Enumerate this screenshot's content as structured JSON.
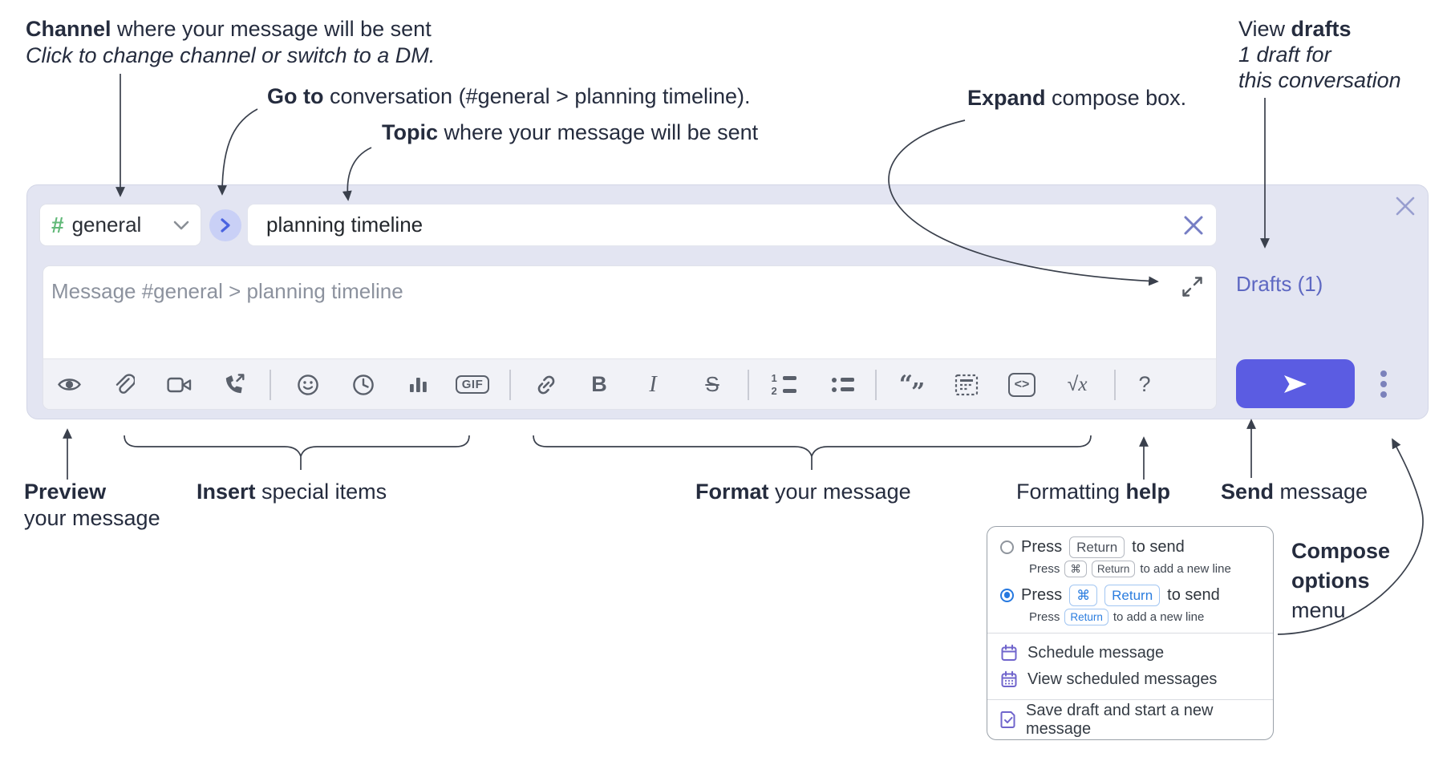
{
  "annotations": {
    "channel": {
      "bold": "Channel",
      "rest": " where your message will be sent",
      "line2": "Click to change channel or switch to a DM."
    },
    "goto": {
      "bold": "Go to",
      "rest": " conversation (#general > planning timeline)."
    },
    "topic": {
      "bold": "Topic",
      "rest": " where your message will be sent"
    },
    "expand": {
      "bold": "Expand",
      "rest": " compose box."
    },
    "view_drafts": {
      "line1_pre": "View ",
      "line1_bold": "drafts",
      "line2": "1 draft for",
      "line3": "this conversation"
    },
    "preview": {
      "bold": "Preview",
      "line2": "your message"
    },
    "insert": {
      "bold": "Insert",
      "rest": " special items"
    },
    "format": {
      "bold": "Format",
      "rest": " your message"
    },
    "formatting_help": {
      "pre": "Formatting ",
      "bold": "help"
    },
    "send": {
      "bold": "Send",
      "rest": " message"
    },
    "compose_options": {
      "line1": "Compose",
      "line2": "options",
      "line3": "menu"
    }
  },
  "compose": {
    "channel_selector": {
      "hash": "#",
      "name": "general"
    },
    "topic_input": {
      "value": "planning timeline"
    },
    "message_input": {
      "placeholder": "Message #general > planning timeline"
    },
    "drafts_link": "Drafts (1)",
    "toolbar": {
      "gif": "GIF",
      "bold": "B",
      "italic": "I",
      "strike": "S",
      "code": "<>",
      "sqrt": "√",
      "sqrt_x": "x",
      "help": "?",
      "quote_open": "“",
      "quote_close": "”",
      "ol_1": "1",
      "ol_2": "2"
    }
  },
  "popup": {
    "option1": {
      "press": "Press",
      "key_return": "Return",
      "suffix": "to send",
      "sub_press": "Press",
      "sub_key_cmd": "⌘",
      "sub_key_return": "Return",
      "sub_suffix": "to add a new line"
    },
    "option2": {
      "press": "Press",
      "key_cmd": "⌘",
      "key_return": "Return",
      "suffix": "to send",
      "sub_press": "Press",
      "sub_key_return": "Return",
      "sub_suffix": "to add a new line"
    },
    "items": [
      "Schedule message",
      "View scheduled messages",
      "Save draft and start a new message"
    ]
  },
  "icons": {
    "toolbar": [
      "preview-eye",
      "attach-paperclip",
      "video-call",
      "voice-call",
      "emoji",
      "time",
      "poll",
      "gif",
      "link",
      "bold",
      "italic",
      "strikethrough",
      "numbered-list",
      "bulleted-list",
      "quote",
      "spoiler",
      "code",
      "math",
      "help"
    ],
    "other": [
      "channel-chevron-down",
      "go-to-conversation-chevron",
      "clear-topic-x",
      "close-compose-x",
      "expand-compose-arrows",
      "send-plane",
      "ellipsis-menu",
      "calendar",
      "calendar-scheduled",
      "save-draft-note",
      "radio"
    ]
  },
  "colors": {
    "compose_bg": "#e3e5f2",
    "send_button": "#5b5ce2",
    "channel_hash_green": "#62b979",
    "goto_circle_bg": "#c9d0f6",
    "goto_chevron": "#4a63e0",
    "drafts_link": "#5e68c2",
    "toolbar_icon": "#5a606b",
    "annotation_text": "#252c3e",
    "radio_selected": "#2779e0",
    "blue_key": "#2b7ddf",
    "menu_icon_purple": "#7065cc",
    "toolbar_bg": "#f1f2f7"
  }
}
